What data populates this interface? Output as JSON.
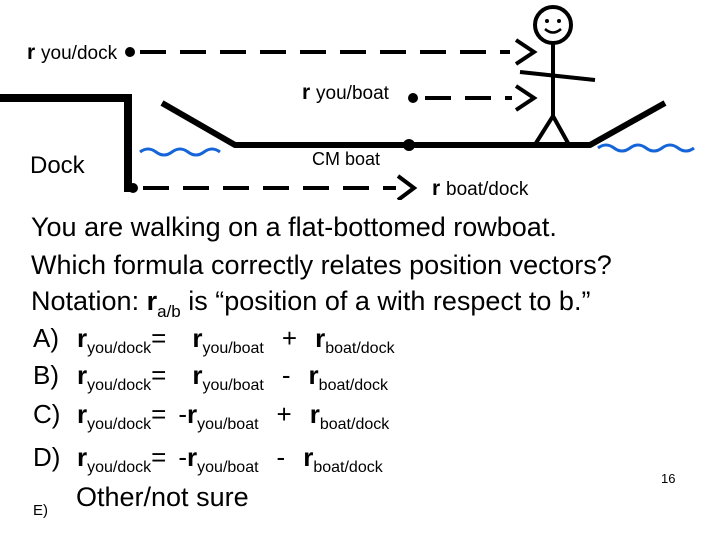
{
  "diagram": {
    "label_you_dock": {
      "r": "r",
      "sub": "you/dock"
    },
    "label_you_boat": {
      "r": "r",
      "sub": "you/boat"
    },
    "label_boat_dock": {
      "r": "r",
      "sub": "boat/dock"
    },
    "dock_label": "Dock",
    "cm_label": "CM boat"
  },
  "question": {
    "line1": "You are walking on a flat-bottomed rowboat.",
    "line2": "Which formula correctly relates position vectors?",
    "notation_prefix": "Notation:",
    "notation_r": "r",
    "notation_sub": "a/b",
    "notation_suffix": "is “position of a with respect to b.”"
  },
  "options": [
    {
      "letter": "A)",
      "r1": "r",
      "s1": "you/dock",
      "eq": "=",
      "neg": "",
      "r2": "r",
      "s2": "you/boat",
      "op": "+",
      "r3": "r",
      "s3": "boat/dock"
    },
    {
      "letter": "B)",
      "r1": "r",
      "s1": "you/dock",
      "eq": "=",
      "neg": "",
      "r2": "r",
      "s2": "you/boat",
      "op": "-",
      "r3": "r",
      "s3": "boat/dock"
    },
    {
      "letter": "C)",
      "r1": "r",
      "s1": "you/dock",
      "eq": "=",
      "neg": "-",
      "r2": "r",
      "s2": "you/boat",
      "op": "+",
      "r3": "r",
      "s3": "boat/dock"
    },
    {
      "letter": "D)",
      "r1": "r",
      "s1": "you/dock",
      "eq": "=",
      "neg": "-",
      "r2": "r",
      "s2": "you/boat",
      "op": "-",
      "r3": "r",
      "s3": "boat/dock"
    }
  ],
  "option_e": {
    "letter": "E)",
    "text": "Other/not sure"
  },
  "page_number": "16",
  "colors": {
    "water": "#1565d8",
    "ink": "#000000"
  }
}
